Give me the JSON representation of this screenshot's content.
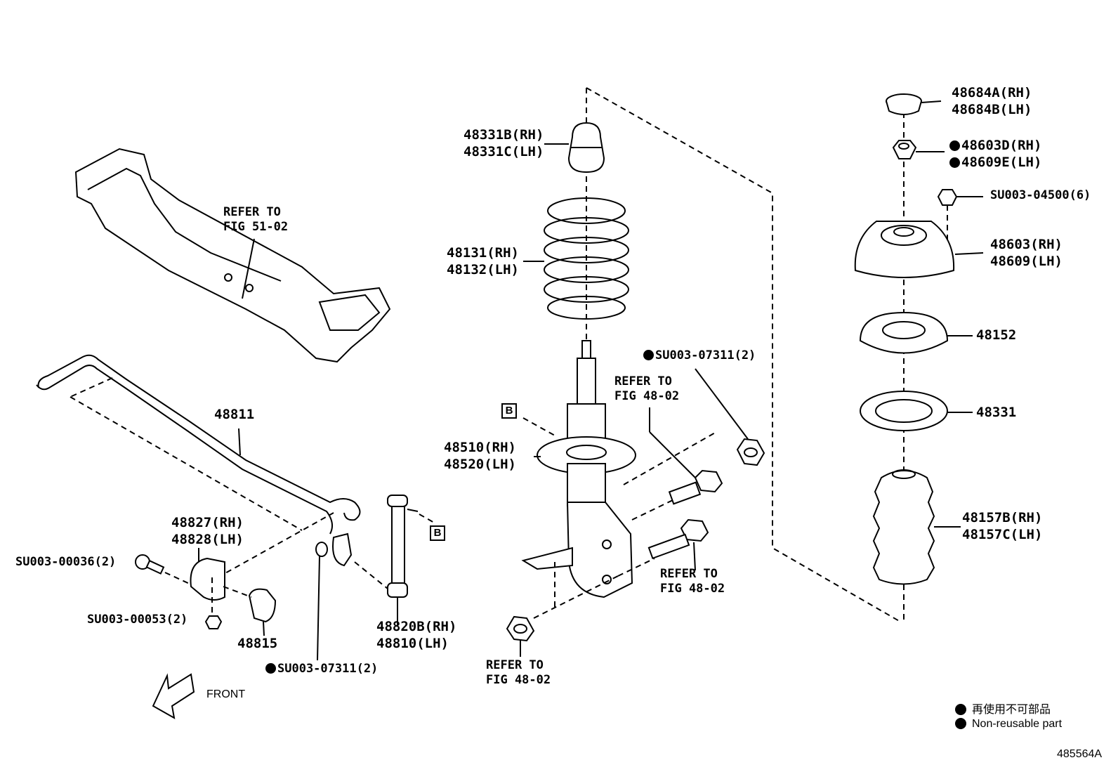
{
  "labels": {
    "p48684": [
      "48684A(RH)",
      "48684B(LH)"
    ],
    "p48603D": [
      "48603D(RH)",
      "48609E(LH)"
    ],
    "su04500": "SU003-04500(6)",
    "p48603": [
      "48603(RH)",
      "48609(LH)"
    ],
    "p48152": "48152",
    "p48331": "48331",
    "p48157": [
      "48157B(RH)",
      "48157C(LH)"
    ],
    "p48331B": [
      "48331B(RH)",
      "48331C(LH)"
    ],
    "p48131": [
      "48131(RH)",
      "48132(LH)"
    ],
    "su07311_top": "SU003-07311(2)",
    "refer_fig4802_top": [
      "REFER TO",
      "FIG 48-02"
    ],
    "p48510": [
      "48510(RH)",
      "48520(LH)"
    ],
    "refer_fig4802_right": [
      "REFER TO",
      "FIG 48-02"
    ],
    "refer_fig4802_bottom": [
      "REFER TO",
      "FIG 48-02"
    ],
    "refer_fig5102": [
      "REFER TO",
      "FIG 51-02"
    ],
    "p48811": "48811",
    "p48827": [
      "48827(RH)",
      "48828(LH)"
    ],
    "su00036": "SU003-00036(2)",
    "su00053": "SU003-00053(2)",
    "p48815": "48815",
    "su07311_bottom": "SU003-07311(2)",
    "p48820": [
      "48820B(RH)",
      "48810(LH)"
    ],
    "box_b": "B",
    "front": "FRONT",
    "legend": [
      "再使用不可部品",
      "Non-reusable part"
    ],
    "figure_id": "485564A"
  }
}
